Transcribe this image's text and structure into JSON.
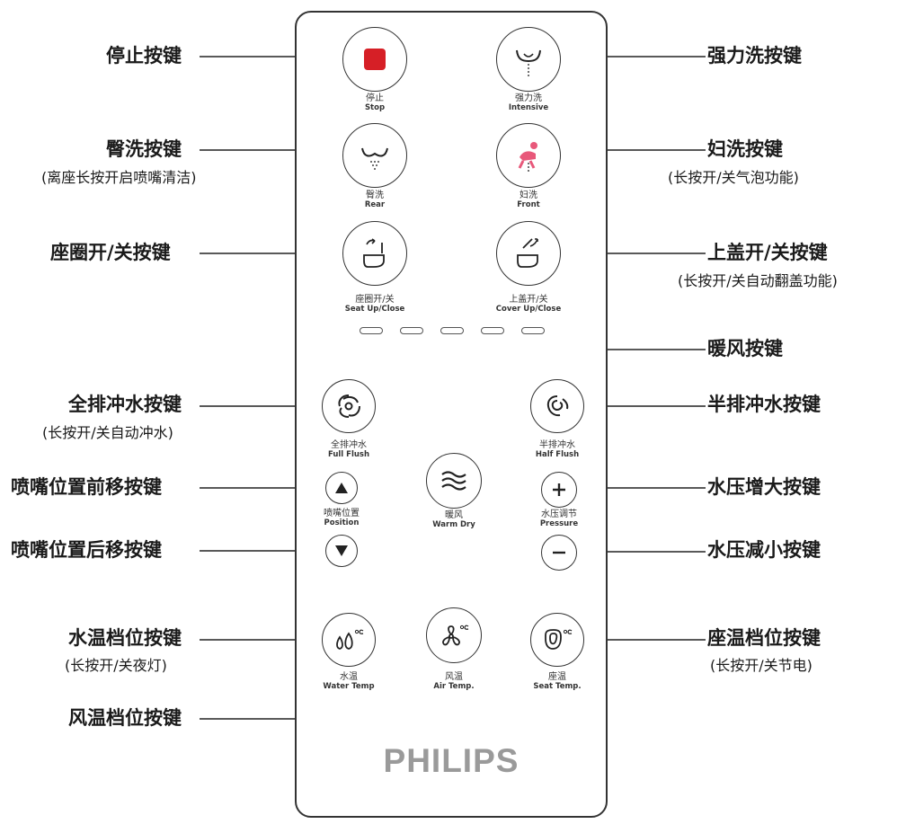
{
  "brand": "PHILIPS",
  "colors": {
    "stop": "#d61f26",
    "front": "#e8587a",
    "line": "#222222",
    "brand": "#9a9a9a"
  },
  "buttons": {
    "stop": {
      "zh": "停止",
      "en": "Stop",
      "icon": "stop-square-icon"
    },
    "intensive": {
      "zh": "强力洗",
      "en": "Intensive",
      "icon": "intensive-wash-icon"
    },
    "rear": {
      "zh": "臀洗",
      "en": "Rear",
      "icon": "rear-wash-icon"
    },
    "front": {
      "zh": "妇洗",
      "en": "Front",
      "icon": "front-wash-icon"
    },
    "seat": {
      "zh": "座圈开/关",
      "en": "Seat Up/Close",
      "icon": "seat-lift-icon"
    },
    "cover": {
      "zh": "上盖开/关",
      "en": "Cover Up/Close",
      "icon": "cover-lift-icon"
    },
    "full_flush": {
      "zh": "全排冲水",
      "en": "Full Flush",
      "icon": "full-flush-swirl-icon"
    },
    "half_flush": {
      "zh": "半排冲水",
      "en": "Half Flush",
      "icon": "half-flush-swirl-icon"
    },
    "position": {
      "zh": "喷嘴位置",
      "en": "Position",
      "icon_up": "triangle-up-icon",
      "icon_down": "triangle-down-icon"
    },
    "warm_dry": {
      "zh": "暖风",
      "en": "Warm Dry",
      "icon": "warm-air-waves-icon"
    },
    "pressure": {
      "zh": "水压调节",
      "en": "Pressure",
      "icon_plus": "plus-icon",
      "icon_minus": "minus-icon"
    },
    "water_temp": {
      "zh": "水温",
      "en": "Water Temp",
      "icon": "water-drops-temp-icon"
    },
    "air_temp": {
      "zh": "风温",
      "en": "Air Temp.",
      "icon": "fan-temp-icon"
    },
    "seat_temp": {
      "zh": "座温",
      "en": "Seat Temp.",
      "icon": "seat-temp-icon"
    }
  },
  "callouts": {
    "stop": "停止按键",
    "rear": "臀洗按键",
    "rear_note": "(离座长按开启喷嘴清洁)",
    "seat": "座圈开/关按键",
    "full_flush": "全排冲水按键",
    "full_flush_note": "(长按开/关自动冲水)",
    "nozzle_forward": "喷嘴位置前移按键",
    "nozzle_back": "喷嘴位置后移按键",
    "water_temp": "水温档位按键",
    "water_temp_note": "(长按开/关夜灯)",
    "air_temp": "风温档位按键",
    "intensive": "强力洗按键",
    "front": "妇洗按键",
    "front_note": "(长按开/关气泡功能)",
    "cover": "上盖开/关按键",
    "cover_note": "(长按开/关自动翻盖功能)",
    "warm_dry": "暖风按键",
    "half_flush": "半排冲水按键",
    "pressure_up": "水压增大按键",
    "pressure_down": "水压减小按键",
    "seat_temp": "座温档位按键",
    "seat_temp_note": "(长按开/关节电)"
  }
}
